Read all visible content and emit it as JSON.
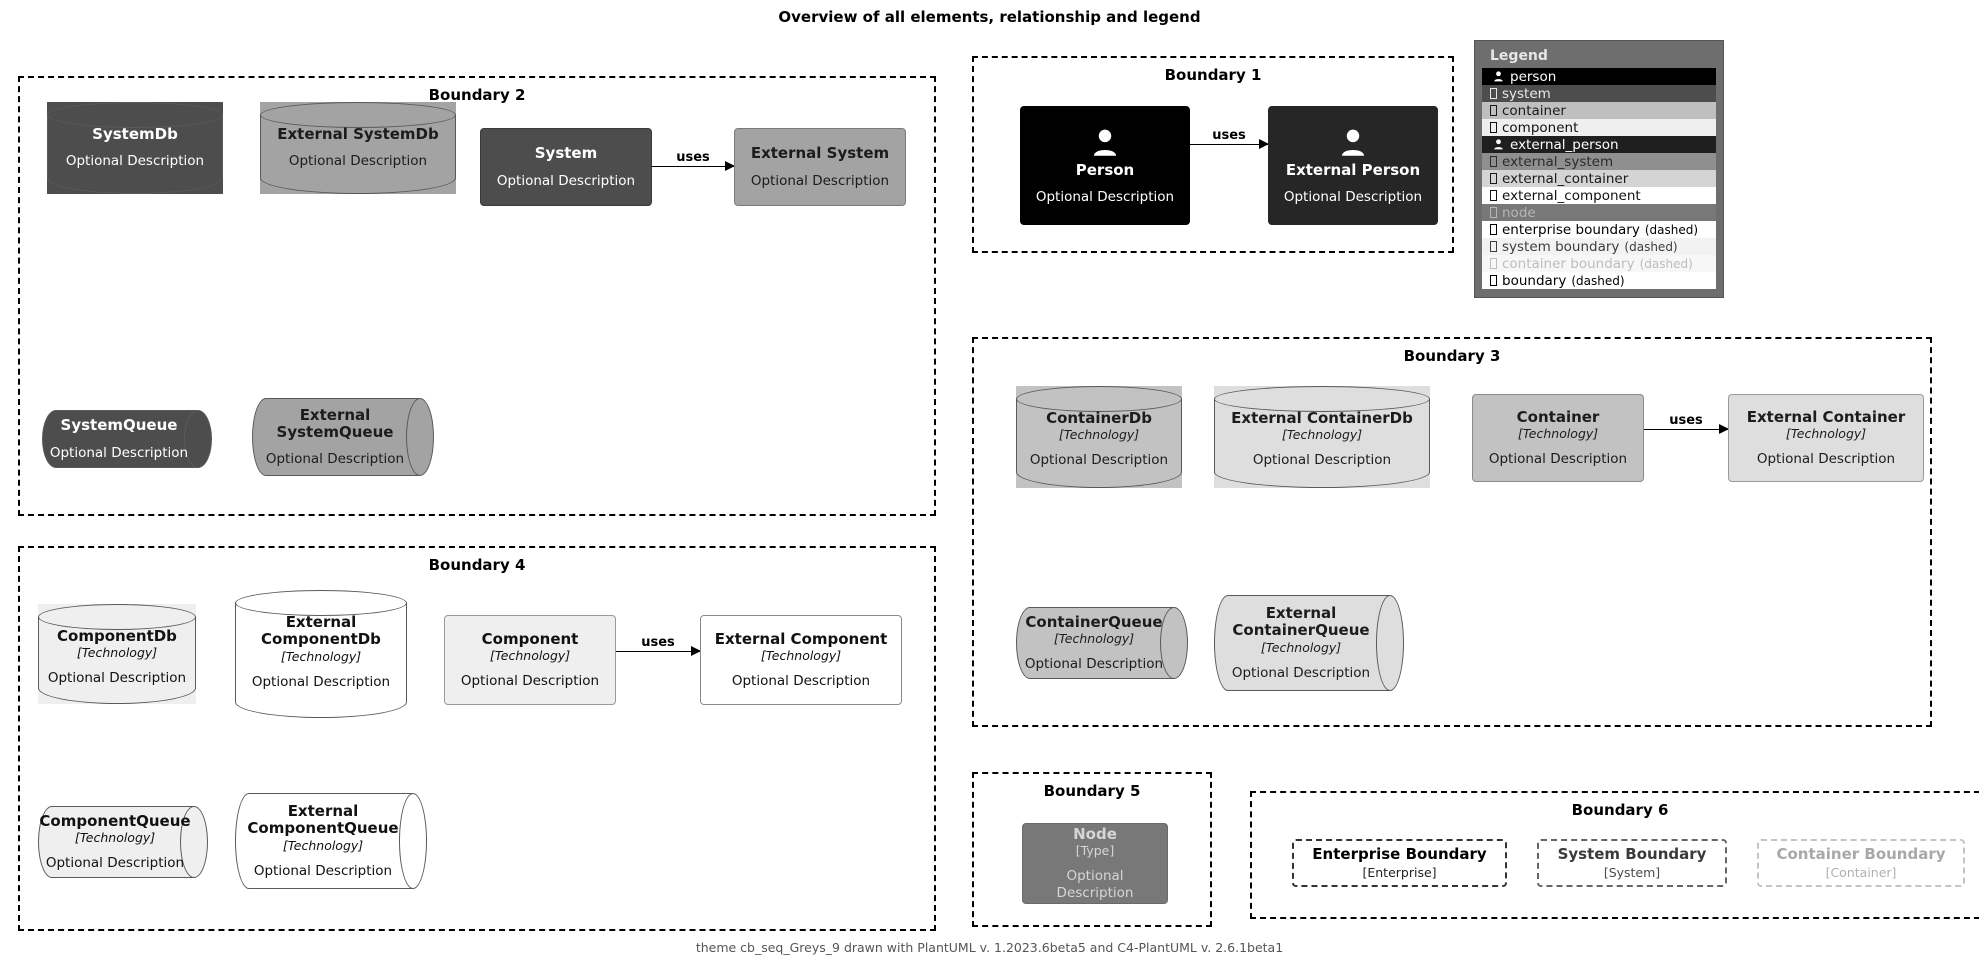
{
  "title": "Overview of all elements, relationship and legend",
  "footer": "theme cb_seq_Greys_9 drawn with PlantUML v. 1.2023.6beta5 and C4-PlantUML v. 2.6.1beta1",
  "common": {
    "optional_description": "Optional Description",
    "technology": "[Technology]",
    "type": "[Type]",
    "uses": "uses"
  },
  "boundaries": {
    "b1": {
      "label": "Boundary 1"
    },
    "b2": {
      "label": "Boundary 2"
    },
    "b3": {
      "label": "Boundary 3"
    },
    "b4": {
      "label": "Boundary 4"
    },
    "b5": {
      "label": "Boundary 5"
    },
    "b6": {
      "label": "Boundary 6"
    }
  },
  "nodes": {
    "person": {
      "title": "Person",
      "desc": "Optional Description"
    },
    "external_person": {
      "title": "External Person",
      "desc": "Optional Description"
    },
    "system_db": {
      "title": "SystemDb",
      "desc": "Optional Description"
    },
    "external_system_db": {
      "title": "External SystemDb",
      "desc": "Optional Description"
    },
    "system": {
      "title": "System",
      "desc": "Optional Description"
    },
    "external_system": {
      "title": "External System",
      "desc": "Optional Description"
    },
    "system_queue": {
      "title": "SystemQueue",
      "desc": "Optional Description"
    },
    "external_system_queue": {
      "title": "External SystemQueue",
      "desc": "Optional Description"
    },
    "container_db": {
      "title": "ContainerDb",
      "tech": "[Technology]",
      "desc": "Optional Description"
    },
    "external_container_db": {
      "title": "External ContainerDb",
      "tech": "[Technology]",
      "desc": "Optional Description"
    },
    "container": {
      "title": "Container",
      "tech": "[Technology]",
      "desc": "Optional Description"
    },
    "external_container": {
      "title": "External Container",
      "tech": "[Technology]",
      "desc": "Optional Description"
    },
    "container_queue": {
      "title": "ContainerQueue",
      "tech": "[Technology]",
      "desc": "Optional Description"
    },
    "external_container_queue": {
      "title": "External ContainerQueue",
      "tech": "[Technology]",
      "desc": "Optional Description"
    },
    "component_db": {
      "title": "ComponentDb",
      "tech": "[Technology]",
      "desc": "Optional Description"
    },
    "external_component_db": {
      "title": "External ComponentDb",
      "tech": "[Technology]",
      "desc": "Optional Description"
    },
    "component": {
      "title": "Component",
      "tech": "[Technology]",
      "desc": "Optional Description"
    },
    "external_component": {
      "title": "External Component",
      "tech": "[Technology]",
      "desc": "Optional Description"
    },
    "component_queue": {
      "title": "ComponentQueue",
      "tech": "[Technology]",
      "desc": "Optional Description"
    },
    "external_component_queue": {
      "title": "External ComponentQueue",
      "tech": "[Technology]",
      "desc": "Optional Description"
    },
    "node": {
      "title": "Node",
      "tech": "[Type]",
      "desc": "Optional Description"
    },
    "enterprise_boundary": {
      "title": "Enterprise Boundary",
      "tech": "[Enterprise]"
    },
    "system_boundary": {
      "title": "System Boundary",
      "tech": "[System]"
    },
    "container_boundary": {
      "title": "Container Boundary",
      "tech": "[Container]"
    }
  },
  "relationships": [
    {
      "label": "uses",
      "from": "person",
      "to": "external_person"
    },
    {
      "label": "uses",
      "from": "system",
      "to": "external_system"
    },
    {
      "label": "uses",
      "from": "container",
      "to": "external_container"
    },
    {
      "label": "uses",
      "from": "component",
      "to": "external_component"
    }
  ],
  "legend": {
    "title": "Legend",
    "rows": [
      {
        "label": "person",
        "suffix": "",
        "icon": "person-icon",
        "bg": "#000000",
        "fg": "#ffffff"
      },
      {
        "label": "system",
        "suffix": "",
        "icon": "box-icon",
        "bg": "#4d4d4d",
        "fg": "#e8e8e8"
      },
      {
        "label": "container",
        "suffix": "",
        "icon": "box-icon",
        "bg": "#bfbfbf",
        "fg": "#1a1a1a"
      },
      {
        "label": "component",
        "suffix": "",
        "icon": "box-icon",
        "bg": "#efefef",
        "fg": "#111111"
      },
      {
        "label": "external_person",
        "suffix": "",
        "icon": "person-icon",
        "bg": "#1f1f1f",
        "fg": "#ffffff"
      },
      {
        "label": "external_system",
        "suffix": "",
        "icon": "box-icon",
        "bg": "#8f8f8f",
        "fg": "#2b2b2b"
      },
      {
        "label": "external_container",
        "suffix": "",
        "icon": "box-icon",
        "bg": "#d4d4d4",
        "fg": "#1a1a1a"
      },
      {
        "label": "external_component",
        "suffix": "",
        "icon": "box-icon",
        "bg": "#ffffff",
        "fg": "#111111"
      },
      {
        "label": "node",
        "suffix": "",
        "icon": "box-icon",
        "bg": "#787878",
        "fg": "#b5b5b5"
      },
      {
        "label": "enterprise boundary",
        "suffix": "(dashed)",
        "icon": "box-icon",
        "bg": "#ffffff",
        "fg": "#000000"
      },
      {
        "label": "system boundary",
        "suffix": "(dashed)",
        "icon": "box-icon",
        "bg": "#f2f2f2",
        "fg": "#3d3d3d"
      },
      {
        "label": "container boundary",
        "suffix": "(dashed)",
        "icon": "box-icon",
        "bg": "#f7f7f7",
        "fg": "#bdbdbd"
      },
      {
        "label": "boundary",
        "suffix": "(dashed)",
        "icon": "box-icon",
        "bg": "#ffffff",
        "fg": "#000000"
      }
    ]
  }
}
